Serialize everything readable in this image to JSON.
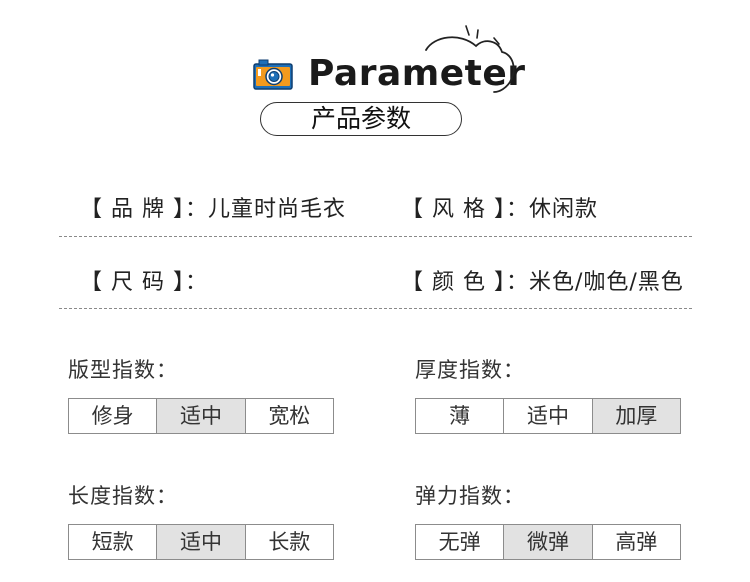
{
  "header": {
    "title": "Parameter",
    "subtitle": "产品参数"
  },
  "specs": {
    "brand": {
      "label": "【 品 牌 】：",
      "value": "儿童时尚毛衣"
    },
    "style": {
      "label": "【 风 格 】：",
      "value": "休闲款"
    },
    "size": {
      "label": "【 尺 码 】：",
      "value": ""
    },
    "color": {
      "label": "【 颜 色 】：",
      "value": "米色/咖色/黑色"
    }
  },
  "indices": {
    "fit": {
      "label": "版型指数：",
      "options": [
        "修身",
        "适中",
        "宽松"
      ],
      "selected": 1
    },
    "thickness": {
      "label": "厚度指数：",
      "options": [
        "薄",
        "适中",
        "加厚"
      ],
      "selected": 2
    },
    "length": {
      "label": "长度指数：",
      "options": [
        "短款",
        "适中",
        "长款"
      ],
      "selected": 1
    },
    "elasticity": {
      "label": "弹力指数：",
      "options": [
        "无弹",
        "微弹",
        "高弹"
      ],
      "selected": 1
    }
  },
  "colors": {
    "camera_blue": "#1e6fb8",
    "camera_orange": "#f39a1e",
    "selected_bg": "#e2e2e2",
    "border": "#8c8c8c"
  },
  "icons": [
    "camera-icon",
    "cloud-doodle-icon"
  ]
}
